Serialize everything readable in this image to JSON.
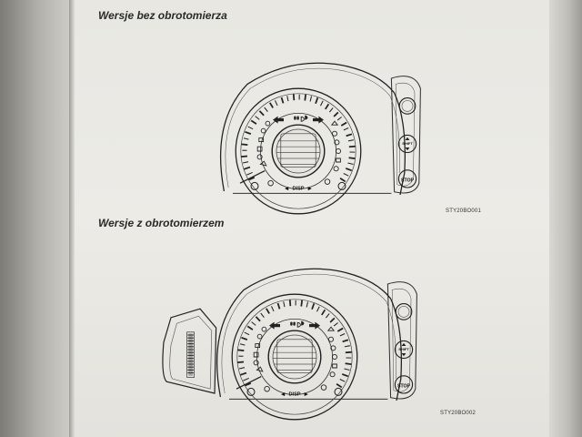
{
  "section1": {
    "heading": "Wersje bez obrotomierza",
    "figure_code": "STY20BO001"
  },
  "section2": {
    "heading": "Wersje z obrotomierzem",
    "figure_code": "STY20BO002"
  },
  "panel": {
    "disp_label": "DISP",
    "shift_label": "SHIFT",
    "stop_label": "STOP",
    "left_arrow": "◀",
    "right_arrow": "▶"
  }
}
